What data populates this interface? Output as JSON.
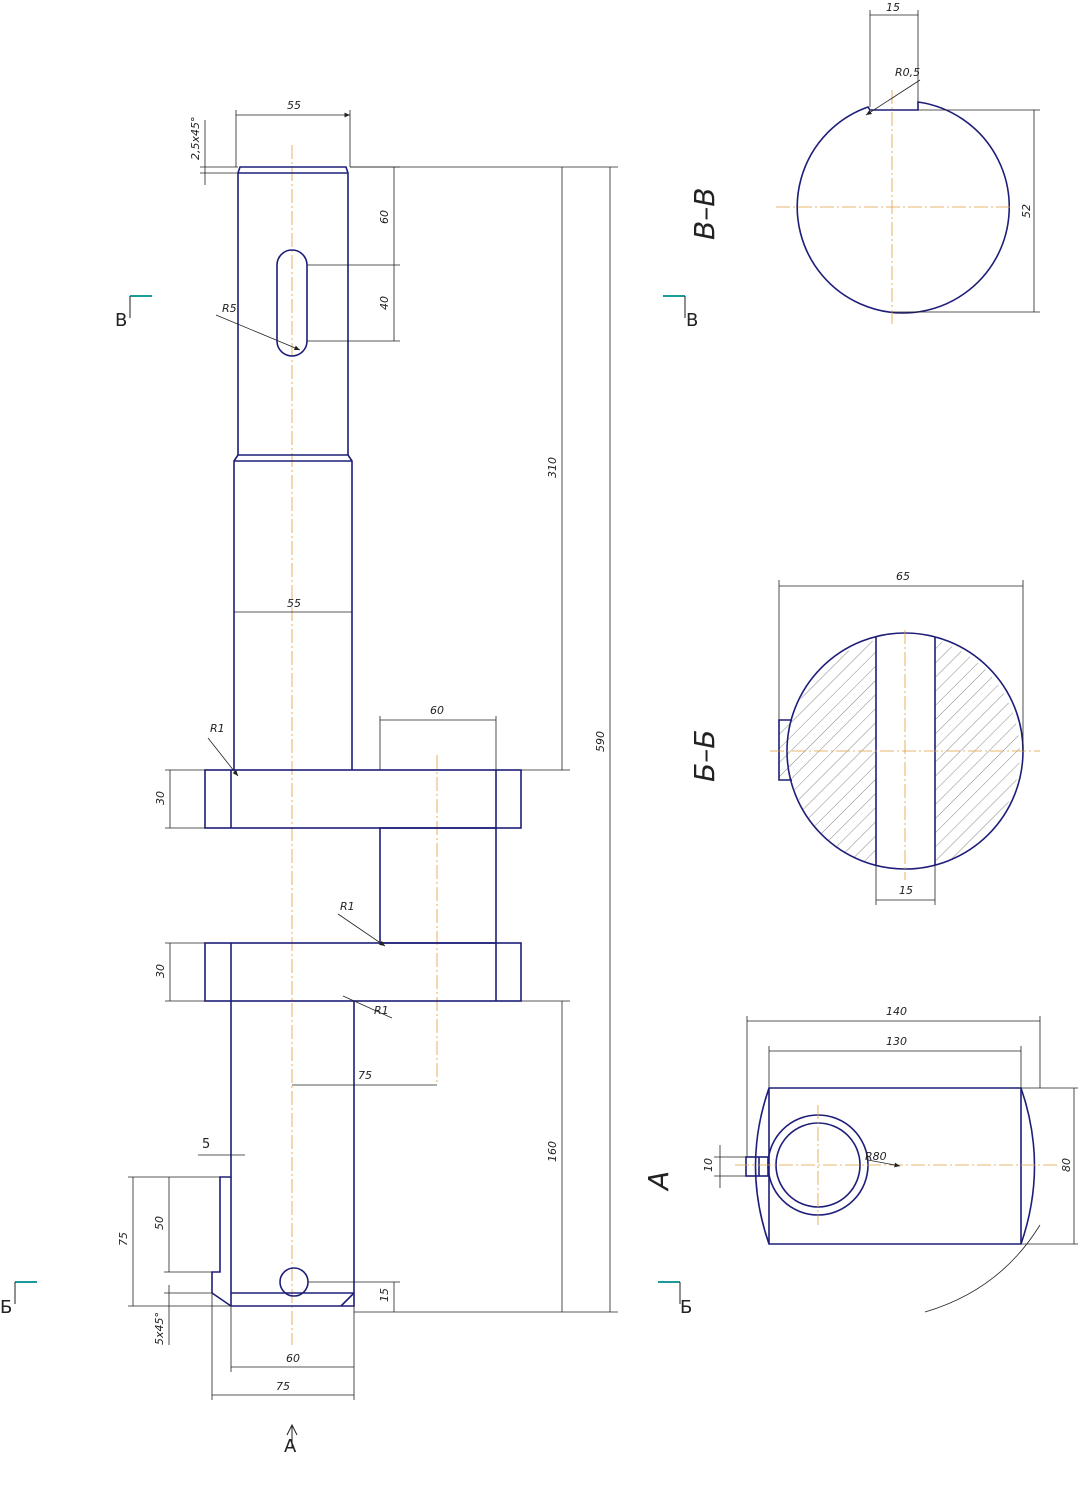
{
  "dimensions": {
    "top_width": "55",
    "chamfer_top": "2,5x45°",
    "slot_offset": "60",
    "slot_length": "40",
    "slot_radius": "R5",
    "shaft_width": "55",
    "length_310": "310",
    "length_590": "590",
    "web_width": "60",
    "fillet_1": "R1",
    "flange_1": "30",
    "fillet_2": "R1",
    "flange_2": "30",
    "fillet_3": "R1",
    "offset_75": "75",
    "length_160": "160",
    "step_5": "5",
    "height_75": "75",
    "height_50": "50",
    "chamfer_bottom": "5x45°",
    "hole_15": "15",
    "bottom_60": "60",
    "bottom_75": "75"
  },
  "section_vv": {
    "title": "В–В",
    "key_width": "15",
    "radius": "R0,5",
    "diameter": "52"
  },
  "section_bb": {
    "title": "Б–Б",
    "diameter": "65",
    "slot": "15"
  },
  "view_a": {
    "title": "А",
    "width_140": "140",
    "width_130": "130",
    "radius": "R80",
    "key_10": "10",
    "height_80": "80"
  },
  "cut_labels": {
    "v_left": "В",
    "v_right": "В",
    "b_left": "Б",
    "b_right": "Б",
    "a_bottom": "А"
  }
}
